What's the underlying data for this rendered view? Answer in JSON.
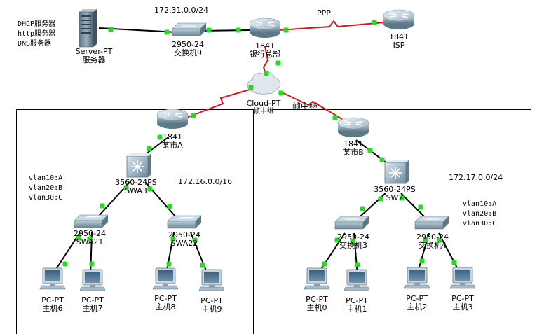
{
  "colors": {
    "ethernet": "#000000",
    "serial": "#e0141e",
    "port_up": "#22dd22"
  },
  "server": {
    "services": [
      "DHCP服务器",
      "http服务器",
      "DNS服务器"
    ],
    "model": "Server-PT",
    "name": "服务器"
  },
  "switch9": {
    "model": "2950-24",
    "name": "交换机9"
  },
  "hq_router": {
    "model": "1841",
    "name": "银行总部"
  },
  "isp_router": {
    "model": "1841",
    "name": "ISP"
  },
  "cloud": {
    "model": "Cloud-PT",
    "name": "帧中继"
  },
  "router_a": {
    "model": "1841",
    "name": "某市A"
  },
  "router_b": {
    "model": "1841",
    "name": "某市B"
  },
  "swa3": {
    "model": "3560-24PS",
    "name": "SWA3"
  },
  "sw2": {
    "model": "3560-24PS",
    "name": "SW2"
  },
  "swa21": {
    "model": "2950-24",
    "name": "SWA21"
  },
  "swa22": {
    "model": "2950-24",
    "name": "SWA22"
  },
  "switch3": {
    "model": "2950-24",
    "name": "交换机3"
  },
  "switch4": {
    "model": "2950-24",
    "name": "交换机4"
  },
  "pcs": {
    "host6": {
      "model": "PC-PT",
      "name": "主机6"
    },
    "host7": {
      "model": "PC-PT",
      "name": "主机7"
    },
    "host8": {
      "model": "PC-PT",
      "name": "主机8"
    },
    "host9": {
      "model": "PC-PT",
      "name": "主机9"
    },
    "host0": {
      "model": "PC-PT",
      "name": "主机0"
    },
    "host1": {
      "model": "PC-PT",
      "name": "主机1"
    },
    "host2": {
      "model": "PC-PT",
      "name": "主机2"
    },
    "host3": {
      "model": "PC-PT",
      "name": "主机3"
    }
  },
  "labels": {
    "hq_network": "172.31.0.0/24",
    "ppp": "PPP",
    "frame_relay": "帧中继",
    "left_network": "172.16.0.0/16",
    "right_network": "172.17.0.0/24",
    "vlans_left": [
      "vlan10:A",
      "vlan20:B",
      "vlan30:C"
    ],
    "vlans_right": [
      "vlan10:A",
      "vlan20:B",
      "vlan30:C"
    ]
  }
}
